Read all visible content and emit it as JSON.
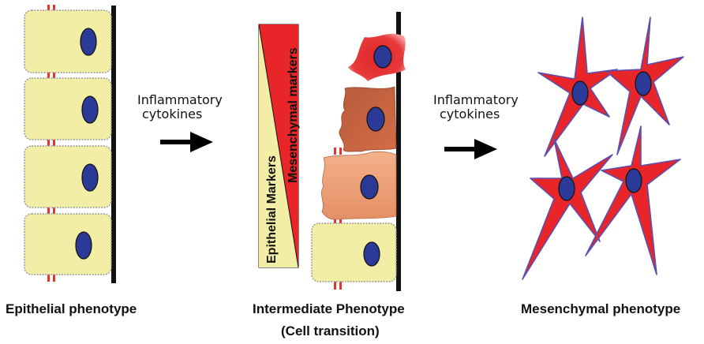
{
  "stages": [
    {
      "name": "Epithelial phenotype"
    },
    {
      "name": "Intermediate Phenotype",
      "subtitle": "(Cell transition)"
    },
    {
      "name": "Mesenchymal phenotype"
    }
  ],
  "arrows": [
    {
      "line1": "Inflammatory",
      "line2": "cytokines"
    },
    {
      "line1": "Inflammatory",
      "line2": "cytokines"
    }
  ],
  "markers": {
    "epithelial": "Epithelial Markers",
    "mesenchymal": "Mesenchymal markers"
  },
  "colors": {
    "epithelial_cell": "#f2eea6",
    "nucleus": "#2a3a96",
    "junction": "#e8352a",
    "membrane": "#111111",
    "mesenchymal_cell": "#e8262a",
    "mesenchymal_outline": "#5a4fb0",
    "transition_orange": "#e9a07a",
    "transition_brown": "#c8603e"
  }
}
